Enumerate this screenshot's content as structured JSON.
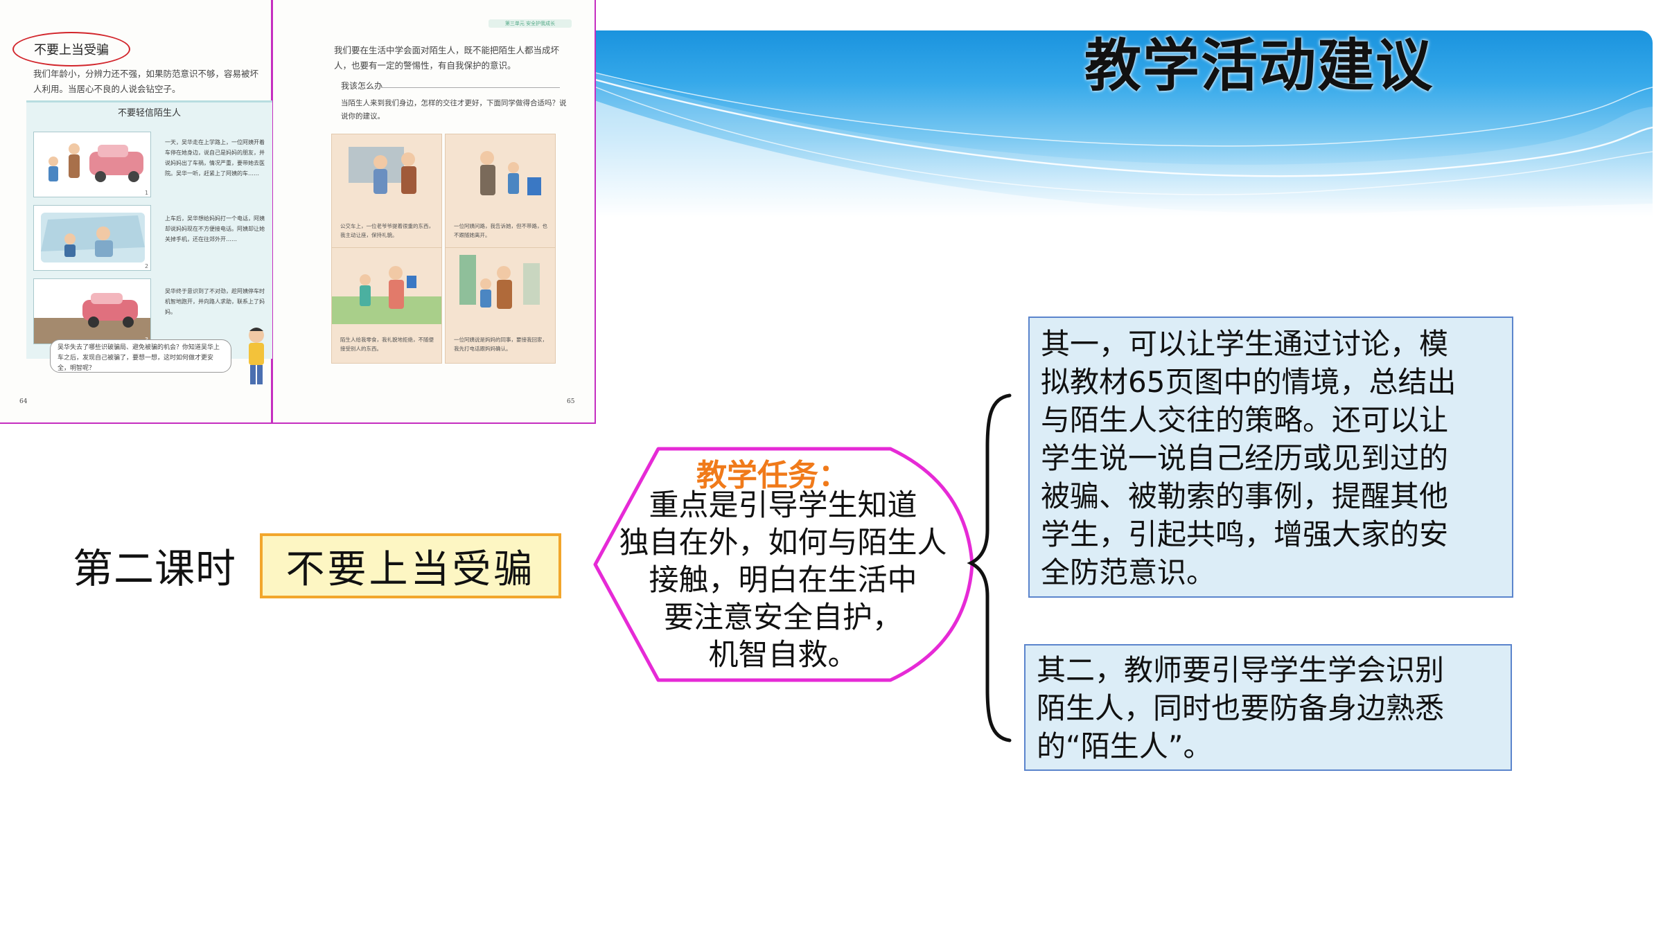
{
  "header": {
    "title": "教学活动建议",
    "colors": {
      "banner_top": "#1a93de",
      "banner_bottom": "#c9e9fb"
    }
  },
  "textbook": {
    "left_page": {
      "lesson_tag": "不要上当受骗",
      "intro": "我们年龄小，分辨力还不强，如果防范意识不够，容易被坏人利用。当居心不良的人说会钻空子。",
      "panel_title": "不要轻信陌生人",
      "scenes": [
        {
          "number": "1",
          "text": "一天，吴华走在上学路上，一位阿姨开着车停在她身边，说自己是妈妈的朋友，并说妈妈出了车祸，情况严重，要带她去医院。吴华一听，赶紧上了阿姨的车……"
        },
        {
          "number": "2",
          "text": "上车后，吴华想给妈妈打一个电话，阿姨却说妈妈现在不方便接电话。阿姨却让她关掉手机，还在往郊外开……"
        },
        {
          "number": "3",
          "text": "吴华终于意识到了不对劲，趁阿姨停车时机智地跑开，并向路人求助，联系上了妈妈。"
        }
      ],
      "bubble": "吴华失去了哪些识破骗局、避免被骗的机会？你知道吴华上车之后，发现自己被骗了，要想一想，这时如何做才更安全，明智呢？",
      "page_number": "64"
    },
    "right_page": {
      "running_head": "第三单元  安全护我成长",
      "intro": "我们要在生活中学会面对陌生人，既不能把陌生人都当成坏人，也要有一定的警惕性，有自我保护的意识。",
      "howto_heading": "我该怎么办",
      "howto_text": "当陌生人来到我们身边，怎样的交往才更好，下面同学做得合适吗？说说你的建议。",
      "cells": [
        {
          "text": "公交车上，一位老爷爷提着很重的东西，我主动让座，保持礼貌。"
        },
        {
          "text": "一位阿姨问路，我告诉她，但不带路，也不跟随她离开。"
        },
        {
          "text": "陌生人给我零食，我礼貌地拒绝，不随便接受别人的东西。"
        },
        {
          "text": "一位阿姨说是妈妈的同事，要接我回家，我先打电话跟妈妈确认。"
        }
      ],
      "page_number": "65"
    }
  },
  "lesson": {
    "label": "第二课时",
    "title": "不要上当受骗"
  },
  "task": {
    "heading": "教学任务：",
    "lines": [
      "重点是引导学生知道",
      "独自在外，如何与陌生人",
      "接触，明白在生活中",
      "要注意安全自护，",
      "机智自救。"
    ],
    "colors": {
      "border": "#e62ad6",
      "heading": "#f07a1a"
    }
  },
  "suggestions": [
    {
      "lines": [
        "其一，可以让学生通过讨论，模",
        "拟教材65页图中的情境，总结出",
        "与陌生人交往的策略。还可以让",
        "学生说一说自己经历或见到过的",
        "被骗、被勒索的事例，提醒其他",
        "学生，引起共鸣，增强大家的安",
        "全防范意识。"
      ]
    },
    {
      "lines": [
        "其二，教师要引导学生学会识别",
        "陌生人，同时也要防备身边熟悉",
        "的“陌生人”。"
      ]
    }
  ],
  "colors": {
    "box_fill": "#dcedf7",
    "box_border": "#5a84cc",
    "lesson_box_border": "#f2a62c",
    "lesson_box_fill": "#fdf6c3"
  }
}
